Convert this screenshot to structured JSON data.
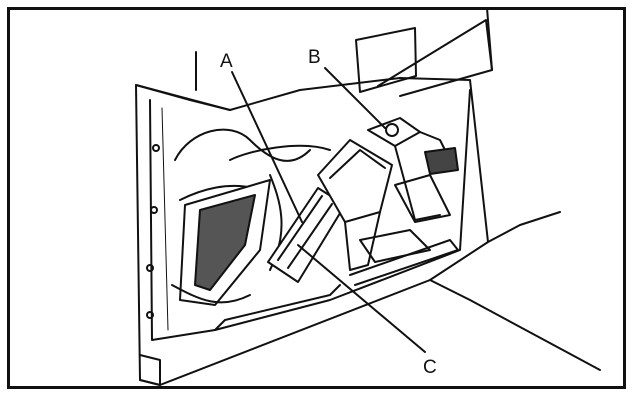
{
  "figure": {
    "callouts": {
      "a": "A",
      "b": "B",
      "c": "C"
    },
    "colors": {
      "line": "#111111",
      "background": "#ffffff"
    }
  }
}
